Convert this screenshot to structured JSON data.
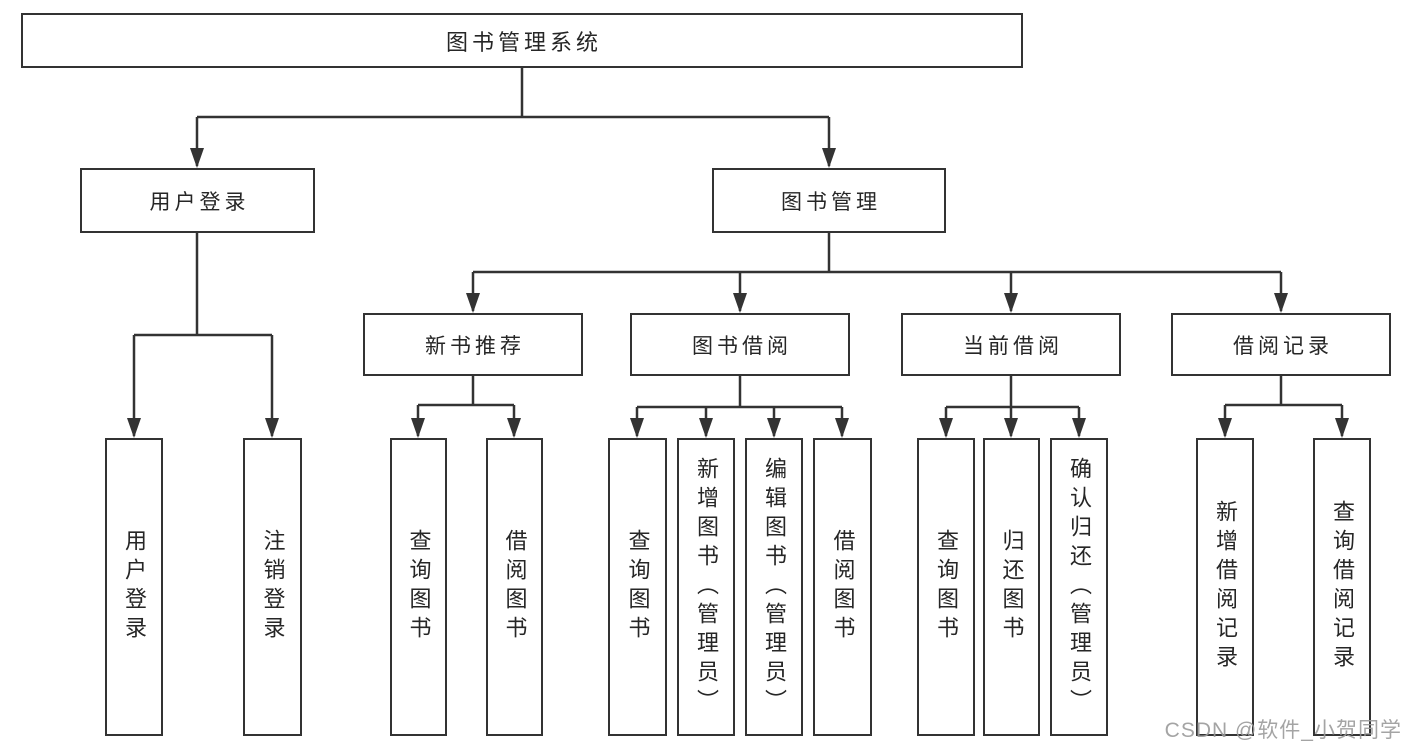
{
  "diagram": {
    "root": {
      "label": "图书管理系统",
      "children": [
        {
          "label": "用户登录",
          "children": [
            {
              "label": "用户登录"
            },
            {
              "label": "注销登录"
            }
          ]
        },
        {
          "label": "图书管理",
          "children": [
            {
              "label": "新书推荐",
              "children": [
                {
                  "label": "查询图书"
                },
                {
                  "label": "借阅图书"
                }
              ]
            },
            {
              "label": "图书借阅",
              "children": [
                {
                  "label": "查询图书"
                },
                {
                  "label": "新增图书（管理员）"
                },
                {
                  "label": "编辑图书（管理员）"
                },
                {
                  "label": "借阅图书"
                }
              ]
            },
            {
              "label": "当前借阅",
              "children": [
                {
                  "label": "查询图书"
                },
                {
                  "label": "归还图书"
                },
                {
                  "label": "确认归还（管理员）"
                }
              ]
            },
            {
              "label": "借阅记录",
              "children": [
                {
                  "label": "新增借阅记录"
                },
                {
                  "label": "查询借阅记录"
                }
              ]
            }
          ]
        }
      ]
    }
  },
  "watermark": "CSDN @软件_小贺同学",
  "colors": {
    "line": "#333333",
    "text": "#262626",
    "box_background": "#ffffff",
    "watermark": "#9b9b9b",
    "background": "#ffffff"
  }
}
